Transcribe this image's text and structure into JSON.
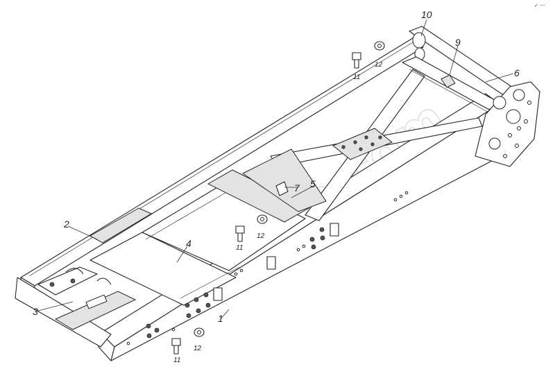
{
  "diagram": {
    "corner_mark": "✓ ---",
    "watermark": "alo-tam.com",
    "callouts": [
      {
        "id": "c1",
        "text": "1"
      },
      {
        "id": "c2",
        "text": "2"
      },
      {
        "id": "c3",
        "text": "3"
      },
      {
        "id": "c4",
        "text": "4"
      },
      {
        "id": "c5",
        "text": "5"
      },
      {
        "id": "c6",
        "text": "6"
      },
      {
        "id": "c7",
        "text": "7"
      },
      {
        "id": "c9",
        "text": "9"
      },
      {
        "id": "c10",
        "text": "10"
      },
      {
        "id": "c11a",
        "text": "11"
      },
      {
        "id": "c12a",
        "text": "12"
      },
      {
        "id": "c11b",
        "text": "11"
      },
      {
        "id": "c12b",
        "text": "12"
      },
      {
        "id": "c11c",
        "text": "11"
      },
      {
        "id": "c12c",
        "text": "12"
      }
    ]
  }
}
